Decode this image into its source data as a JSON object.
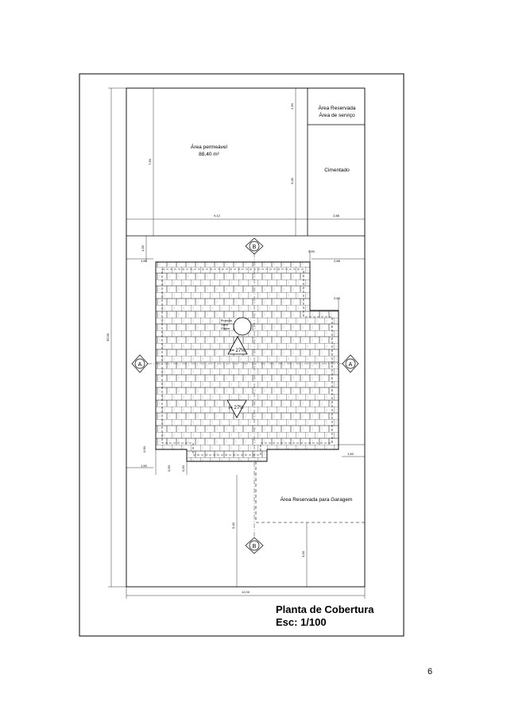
{
  "plan": {
    "title": "Planta de Cobertura",
    "scale": "Esc: 1/100"
  },
  "areas": {
    "permeavel_label": "Área permeável",
    "permeavel_value": "88,40 m²",
    "reservada_servico_line1": "Área Reservada",
    "reservada_servico_line2": "Área de serviço",
    "cimentado": "Cimentado",
    "garagem": "Área Reservada para Garagem",
    "caixa_line1": "Projeção",
    "caixa_line2": "Caixa",
    "caixa_line3": "D'água"
  },
  "roof": {
    "slope_upper": "i= 27%",
    "slope_lower": "i= 27%"
  },
  "section_markers": {
    "a": "A",
    "b": "B"
  },
  "dimensions": {
    "total_height": "30,00",
    "total_width": "12,00",
    "garden_width": "9,12",
    "service_width": "2,88",
    "garden_height": "7,50",
    "service_top": "2,50",
    "service_bottom": "5,00",
    "roof_left_offset": "1,50",
    "roof_top_offset": "1,50",
    "right_offset": "2,88",
    "small_top": "0,50",
    "small_right": "0,50",
    "left_bottom": "1,50",
    "right_bottom": "1,50",
    "bottom_small_1": "0,50",
    "bottom_small_2": "0,50",
    "bottom_small_3": "0,50",
    "bottom_left_height": "9,00",
    "bottom_right_height": "3,00"
  },
  "page_number": "6"
}
